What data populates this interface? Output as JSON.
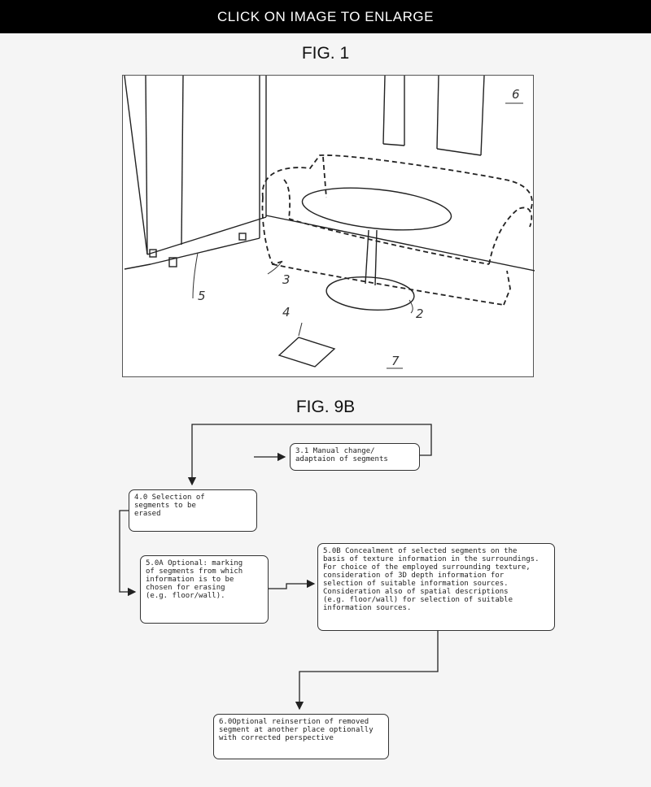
{
  "banner": {
    "text": "CLICK ON IMAGE TO ENLARGE"
  },
  "figure1": {
    "title": "FIG. 1",
    "labels": {
      "l2": "2",
      "l3": "3",
      "l4": "4",
      "l5": "5",
      "l6": "6",
      "l7": "7"
    }
  },
  "figure9b": {
    "title": "FIG. 9B",
    "boxes": {
      "b31": "3.1 Manual change/\nadaptaion of segments",
      "b40": "4.0 Selection of\nsegments to be\nerased",
      "b50a": "5.0A Optional: marking\nof segments from which\ninformation is to be\nchosen for erasing\n(e.g. floor/wall).",
      "b50b": "5.0B Concealment of selected segments on the\nbasis of texture information in the surroundings.\nFor choice of the employed surrounding texture,\nconsideration of 3D depth information for\nselection of suitable information sources.\nConsideration also of spatial descriptions\n(e.g. floor/wall) for selection of suitable\ninformation sources.",
      "b60": "6.0Optional reinsertion of removed\nsegment at another place optionally\nwith corrected perspective"
    }
  }
}
